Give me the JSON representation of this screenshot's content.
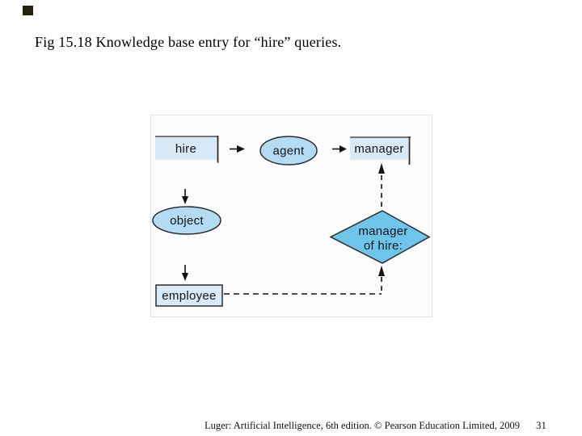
{
  "slide": {
    "title": "Fig 15.18 Knowledge base entry for “hire” queries.",
    "footer": {
      "credit": "Luger: Artificial Intelligence, 6th edition. © Pearson Education Limited, 2009",
      "page_number": "31"
    }
  },
  "diagram": {
    "nodes": {
      "hire": {
        "shape": "box",
        "label": "hire"
      },
      "agent": {
        "shape": "ellipse",
        "label": "agent"
      },
      "manager": {
        "shape": "box",
        "label": "manager"
      },
      "object": {
        "shape": "ellipse",
        "label": "object"
      },
      "employee": {
        "shape": "box",
        "label": "employee"
      },
      "manager_of_hire": {
        "shape": "diamond",
        "label_line1": "manager",
        "label_line2": "of hire:"
      }
    },
    "edges": [
      {
        "from": "hire",
        "to": "agent",
        "style": "solid-arrow"
      },
      {
        "from": "agent",
        "to": "manager",
        "style": "solid-arrow"
      },
      {
        "from": "hire",
        "to": "object",
        "style": "solid-arrow"
      },
      {
        "from": "object",
        "to": "employee",
        "style": "solid-arrow"
      },
      {
        "from": "employee",
        "to": "manager_of_hire",
        "style": "dashed-arrow"
      },
      {
        "from": "manager_of_hire",
        "to": "manager",
        "style": "dashed-arrow"
      }
    ],
    "colors": {
      "box_fill": "#d8eaf8",
      "ellipse_fill": "#b3dcf4",
      "diamond_fill": "#6ec5ea",
      "stroke": "#2b2b2b"
    }
  }
}
